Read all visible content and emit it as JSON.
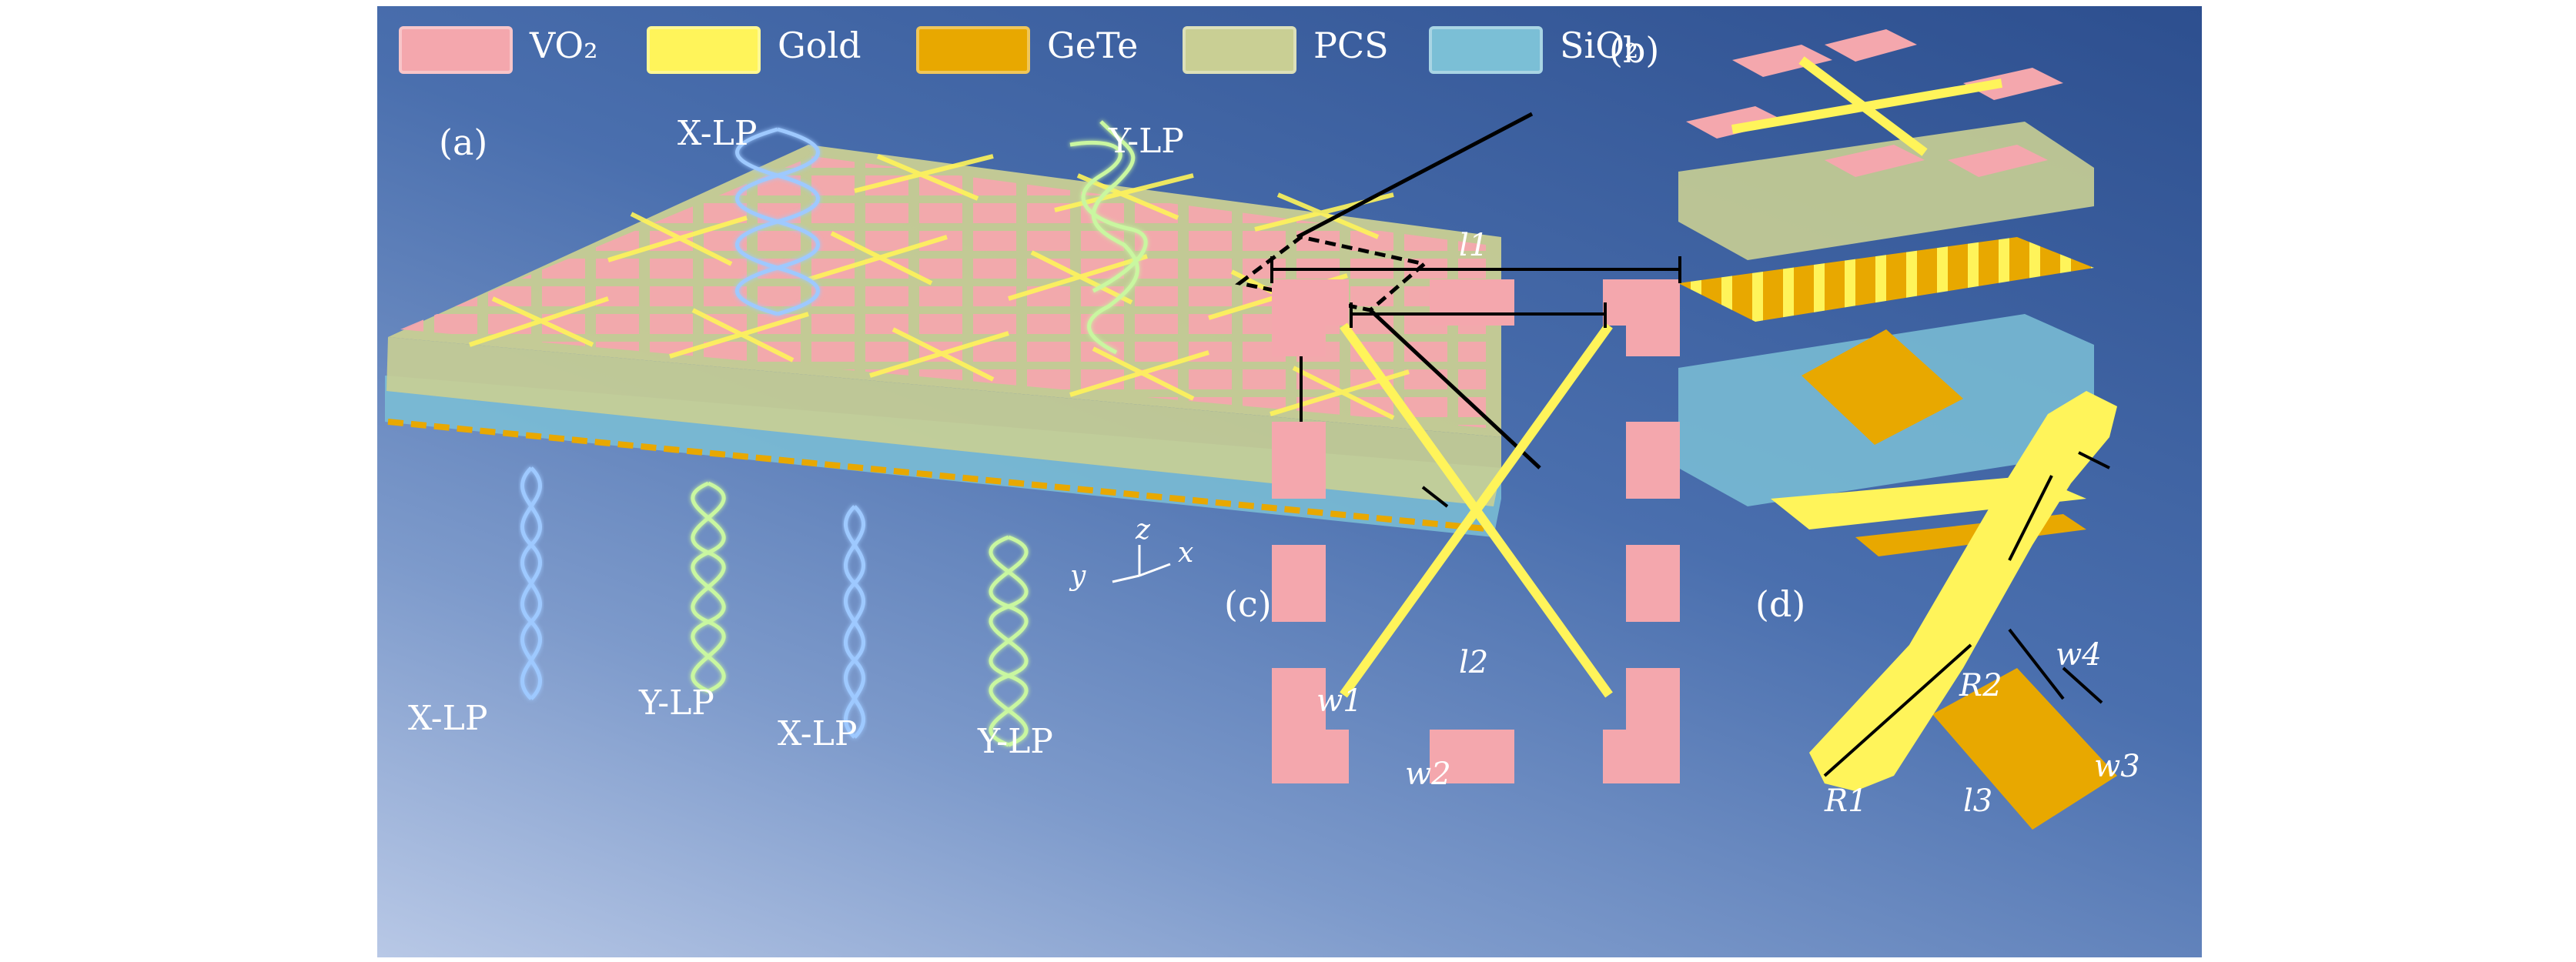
{
  "legend": [
    {
      "label": "VO₂",
      "color": "#f4a7ad"
    },
    {
      "label": "Gold",
      "color": "#fff45a"
    },
    {
      "label": "GeTe",
      "color": "#e8a800"
    },
    {
      "label": "PCS",
      "color": "#c9cf94"
    },
    {
      "label": "SiO₂",
      "color": "#7bbfd6"
    }
  ],
  "panel_labels": {
    "a": "(a)",
    "b": "(b)",
    "c": "(c)",
    "d": "(d)"
  },
  "beams": {
    "top_x": "X-LP",
    "top_y": "Y-LP",
    "bottom": [
      "X-LP",
      "Y-LP",
      "X-LP",
      "Y-LP"
    ]
  },
  "axes": {
    "z": "z",
    "x": "x",
    "y": "y"
  },
  "dims_c": {
    "l1": "l1",
    "l2": "l2",
    "w1": "w1",
    "w2": "w2"
  },
  "dims_d": {
    "R1": "R1",
    "R2": "R2",
    "l3": "l3",
    "w3": "w3",
    "w4": "w4"
  },
  "colors": {
    "vo2": "#f4a7ad",
    "gold": "#fff45a",
    "gete": "#e8a800",
    "pcs": "#c9cf94",
    "sio2": "#7bbfd6",
    "x_beam": "#9ec9ff",
    "y_beam": "#c9f7a0"
  }
}
